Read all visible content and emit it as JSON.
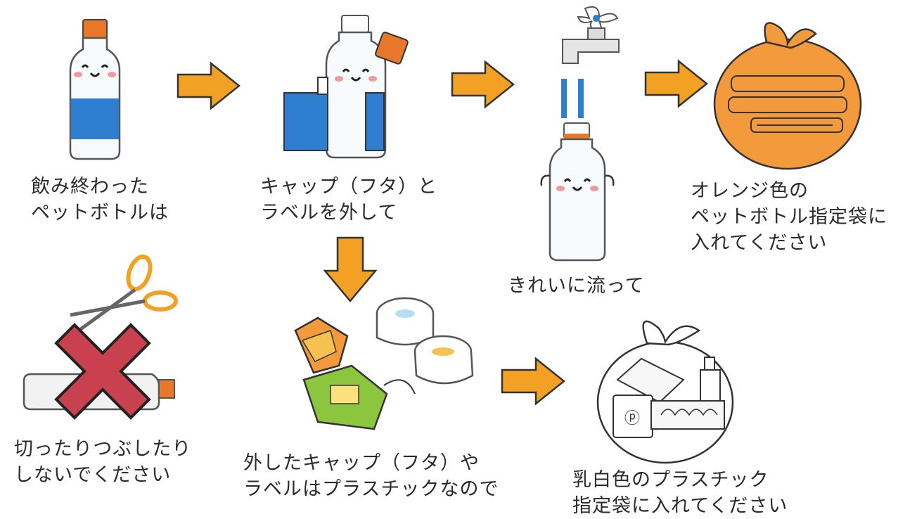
{
  "steps": {
    "finished": {
      "line1": "飲み終わった",
      "line2": "ペットボトルは"
    },
    "remove": {
      "line1": "キャップ（フタ）と",
      "line2": "ラベルを外して"
    },
    "rinse": {
      "line1": "きれいに流って"
    },
    "orange_bag": {
      "line1": "オレンジ色の",
      "line2": "ペットボトル指定袋に",
      "line3": "入れてください"
    },
    "no_cut": {
      "line1": "切ったりつぶしたり",
      "line2": "しないでください"
    },
    "caps_labels": {
      "line1": "外したキャップ（フタ）や",
      "line2": "ラベルはプラスチックなので"
    },
    "milky_bag": {
      "line1": "乳白色のプラスチック",
      "line2": "指定袋に入れてください"
    }
  },
  "icons": [
    "bottle-icon",
    "bottle-removing-cap-icon",
    "faucet-rinse-icon",
    "orange-bag-icon",
    "scissors-icon",
    "crossed-bottle-icon",
    "caps-labels-icon",
    "white-bag-icon",
    "arrow-right-icon",
    "arrow-down-icon"
  ],
  "colors": {
    "arrow": "#f3a125",
    "orange_bag": "#f39a3d",
    "cap": "#e8772a",
    "label_blue": "#2e7fd1",
    "cross": "#c9414e",
    "green_label": "#8cc63f"
  }
}
